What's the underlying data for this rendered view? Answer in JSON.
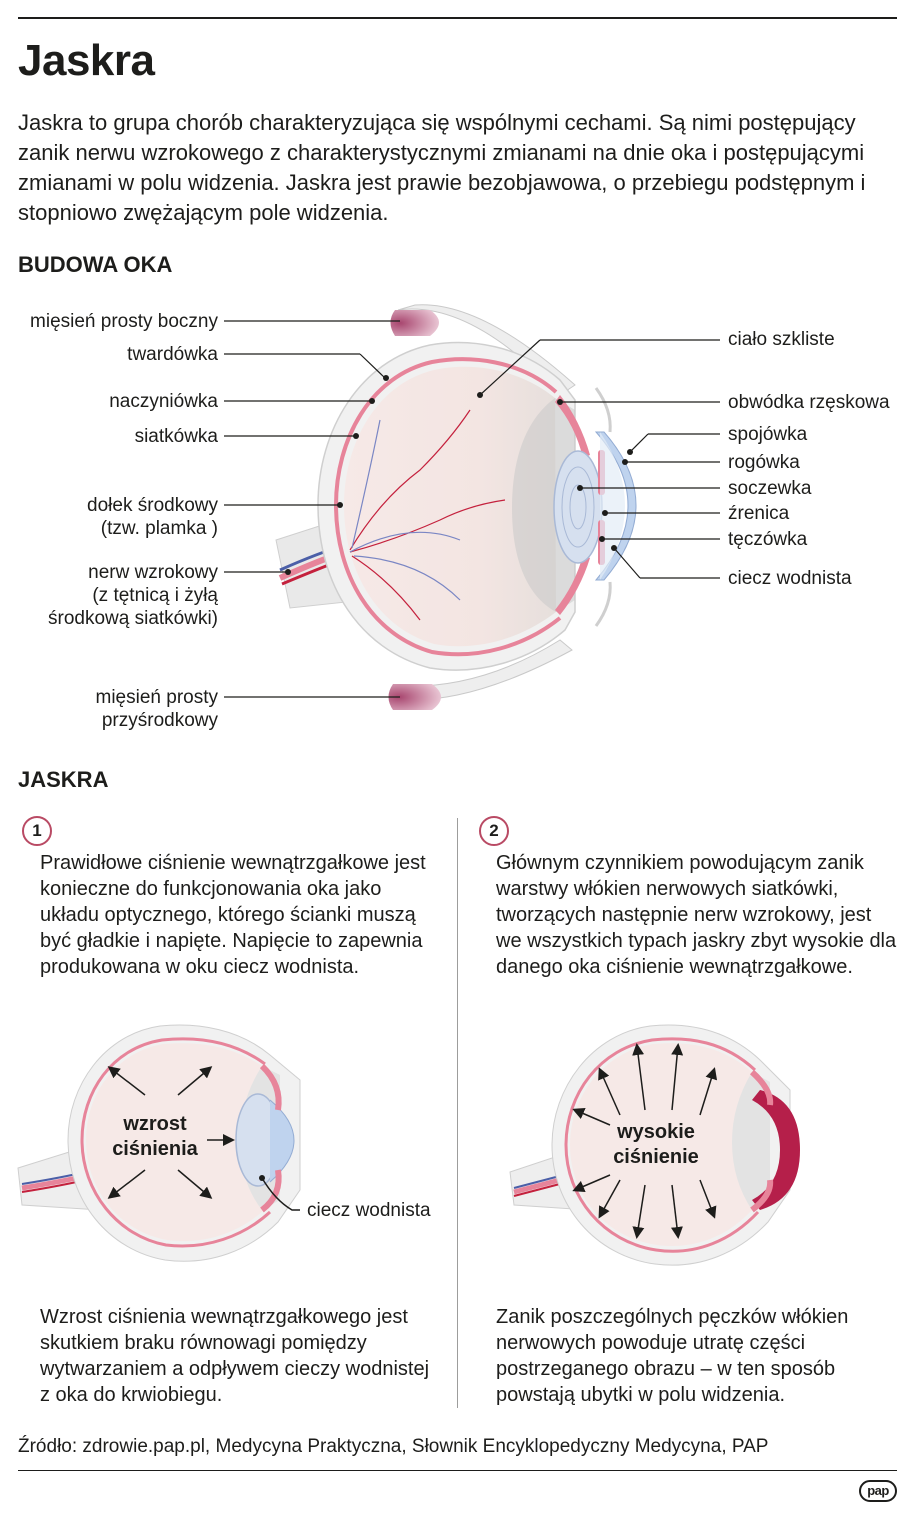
{
  "title": "Jaskra",
  "intro": "Jaskra to grupa chorób charakteryzująca się wspólnymi cechami. Są nimi postępujący zanik nerwu wzrokowego z charakterystycznymi zmianami na dnie oka i postępującymi zmianami w polu widzenia. Jaskra jest prawie bezobjawowa, o przebiegu podstępnym i stopniowo zwężającym pole widzenia.",
  "anatomy": {
    "heading": "BUDOWA OKA",
    "left_labels": {
      "lateral_rectus": "mięsień prosty boczny",
      "sclera": "twardówka",
      "choroid": "naczyniówka",
      "retina": "siatkówka",
      "fovea_1": "dołek środkowy",
      "fovea_2": "(tzw. plamka )",
      "optic_nerve_1": "nerw wzrokowy",
      "optic_nerve_2": "(z tętnicą i żyłą",
      "optic_nerve_3": "środkową siatkówki)",
      "medial_rectus_1": "mięsień prosty",
      "medial_rectus_2": "przyśrodkowy"
    },
    "right_labels": {
      "vitreous": "ciało szkliste",
      "ciliary_body": "obwódka rzęskowa",
      "conjunctiva": "spojówka",
      "cornea": "rogówka",
      "lens": "soczewka",
      "pupil": "źrenica",
      "iris": "tęczówka",
      "aqueous": "ciecz wodnista"
    }
  },
  "glaucoma": {
    "heading": "JASKRA",
    "panel1": {
      "number": "1",
      "text": "Prawidłowe ciśnienie wewnątrzgałkowe jest konieczne do funkcjonowania oka jako układu optycznego, którego ścianki muszą być gładkie i napięte. Napięcie to zapewnia produkowana w oku ciecz wodnista.",
      "eye_label_1": "wzrost",
      "eye_label_2": "ciśnienia",
      "callout": "ciecz wodnista",
      "caption": "Wzrost ciśnienia wewnątrzgałkowego jest skutkiem braku równowagi pomiędzy wytwarzaniem a odpływem cieczy wodnistej z oka do krwiobiegu."
    },
    "panel2": {
      "number": "2",
      "text": "Głównym czynnikiem powodującym zanik warstwy włókien nerwowych siatkówki, tworzących następnie nerw wzrokowy, jest we wszystkich typach jaskry zbyt wysokie dla danego oka ciśnienie wewnątrzgałkowe.",
      "eye_label_1": "wysokie",
      "eye_label_2": "ciśnienie",
      "caption": "Zanik poszczególnych pęczków włókien nerwowych powoduje utratę części postrzeganego obrazu – w ten sposób powstają ubytki w polu widzenia."
    }
  },
  "source": "Źródło: zdrowie.pap.pl, Medycyna Praktyczna, Słownik Encyklopedyczny Medycyna, PAP",
  "logo": "pap",
  "colors": {
    "sclera": "#f1f1f1",
    "interior": "#f6e9e7",
    "retina": "#e7849a",
    "cornea": "#bfd3ee",
    "muscle": "#c0708f",
    "iris_high": "#b51f4a",
    "accent": "#b94a64"
  }
}
